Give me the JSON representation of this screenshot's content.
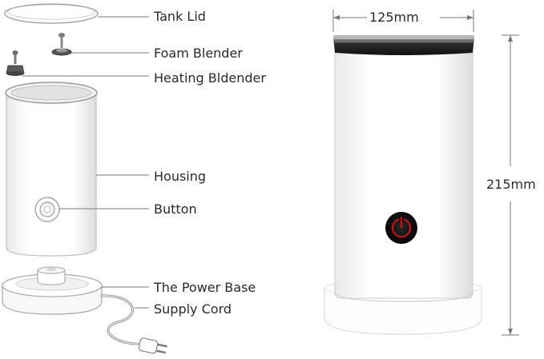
{
  "labels": {
    "tank_lid": "Tank Lid",
    "foam_blender": "Foam Blender",
    "heating_blender": "Heating Bldender",
    "housing": "Housing",
    "button": "Button",
    "power_base": "The Power Base",
    "supply_cord": "Supply Cord"
  },
  "dimensions": {
    "width": "125mm",
    "height": "215mm"
  },
  "colors": {
    "line": "#7a7a7a",
    "body": "#ffffff",
    "outline": "#bdbdbd",
    "steel": "#4a4a4a",
    "button_ring": "#c0151b",
    "button_face": "#111111"
  }
}
